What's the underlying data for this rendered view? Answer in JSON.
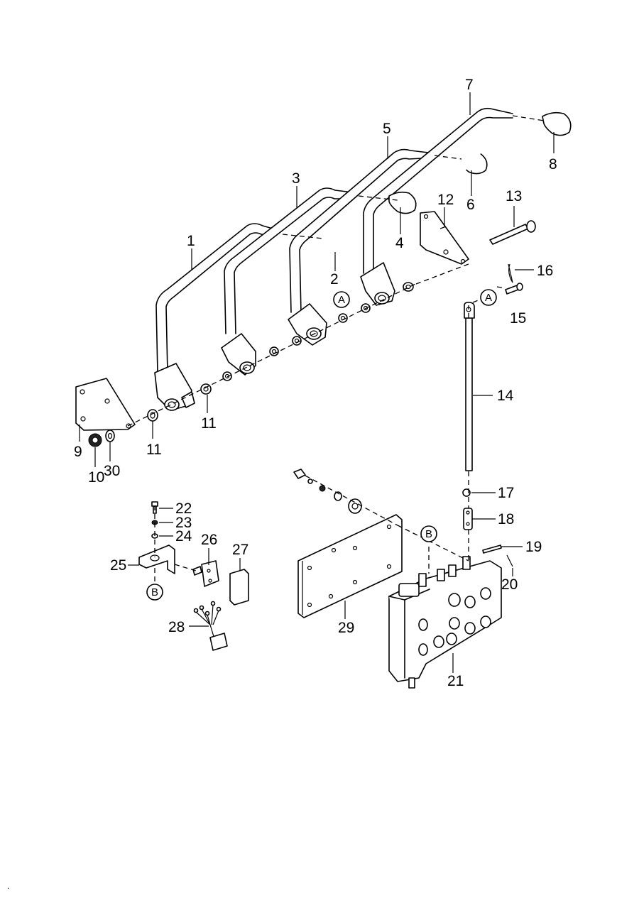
{
  "callouts": {
    "c1": "1",
    "c2": "2",
    "c3": "3",
    "c4": "4",
    "c5": "5",
    "c6": "6",
    "c7": "7",
    "c8": "8",
    "c9": "9",
    "c10": "10",
    "c11a": "11",
    "c11b": "11",
    "c12": "12",
    "c13": "13",
    "c14": "14",
    "c15": "15",
    "c16": "16",
    "c17": "17",
    "c18": "18",
    "c19": "19",
    "c20": "20",
    "c21": "21",
    "c22": "22",
    "c23": "23",
    "c24": "24",
    "c25": "25",
    "c26": "26",
    "c27": "27",
    "c28": "28",
    "c29": "29",
    "c30": "30"
  },
  "references": {
    "a1": "A",
    "a2": "A",
    "b1": "B",
    "b2": "B"
  },
  "corner_mark": "."
}
